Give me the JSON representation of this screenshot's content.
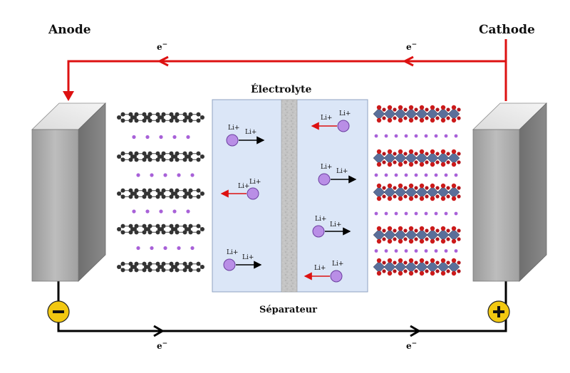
{
  "labels": {
    "anode": "Anode",
    "cathode": "Cathode",
    "electrolyte": "Électrolyte",
    "separator": "Séparateur",
    "electron": "e",
    "electron_sup": "−",
    "lithium_ion": "Li",
    "lithium_ion_sup": "+",
    "negative_terminal": "−",
    "positive_terminal": "+"
  },
  "colors": {
    "external_circuit_top": "#dd1111",
    "external_circuit_bottom": "#000000",
    "electrode_face": "#a9a9a9",
    "electrolyte": "#dbe6f7",
    "separator": "#bdbdbd",
    "lithium_ion": "#b98ee6",
    "terminal": "#f2c811",
    "graphite_atom": "#3a3a3a",
    "oxygen_atom": "#cc1a1a",
    "metal_octahedra": "#5a6f9a"
  },
  "icons": {
    "anode_structure": "graphite-layers-icon",
    "cathode_structure": "layered-metal-oxide-icon"
  }
}
